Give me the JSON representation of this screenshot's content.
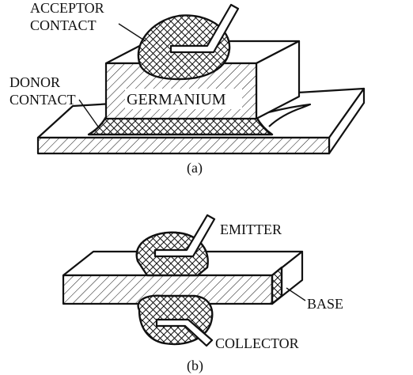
{
  "figure_a": {
    "labels": {
      "acceptor_line1": "ACCEPTOR",
      "acceptor_line2": "CONTACT",
      "donor_line1": "DONOR",
      "donor_line2": "CONTACT",
      "germanium": "GERMANIUM"
    },
    "caption": "(a)"
  },
  "figure_b": {
    "labels": {
      "emitter": "EMITTER",
      "base": "BASE",
      "collector": "COLLECTOR"
    },
    "caption": "(b)"
  }
}
